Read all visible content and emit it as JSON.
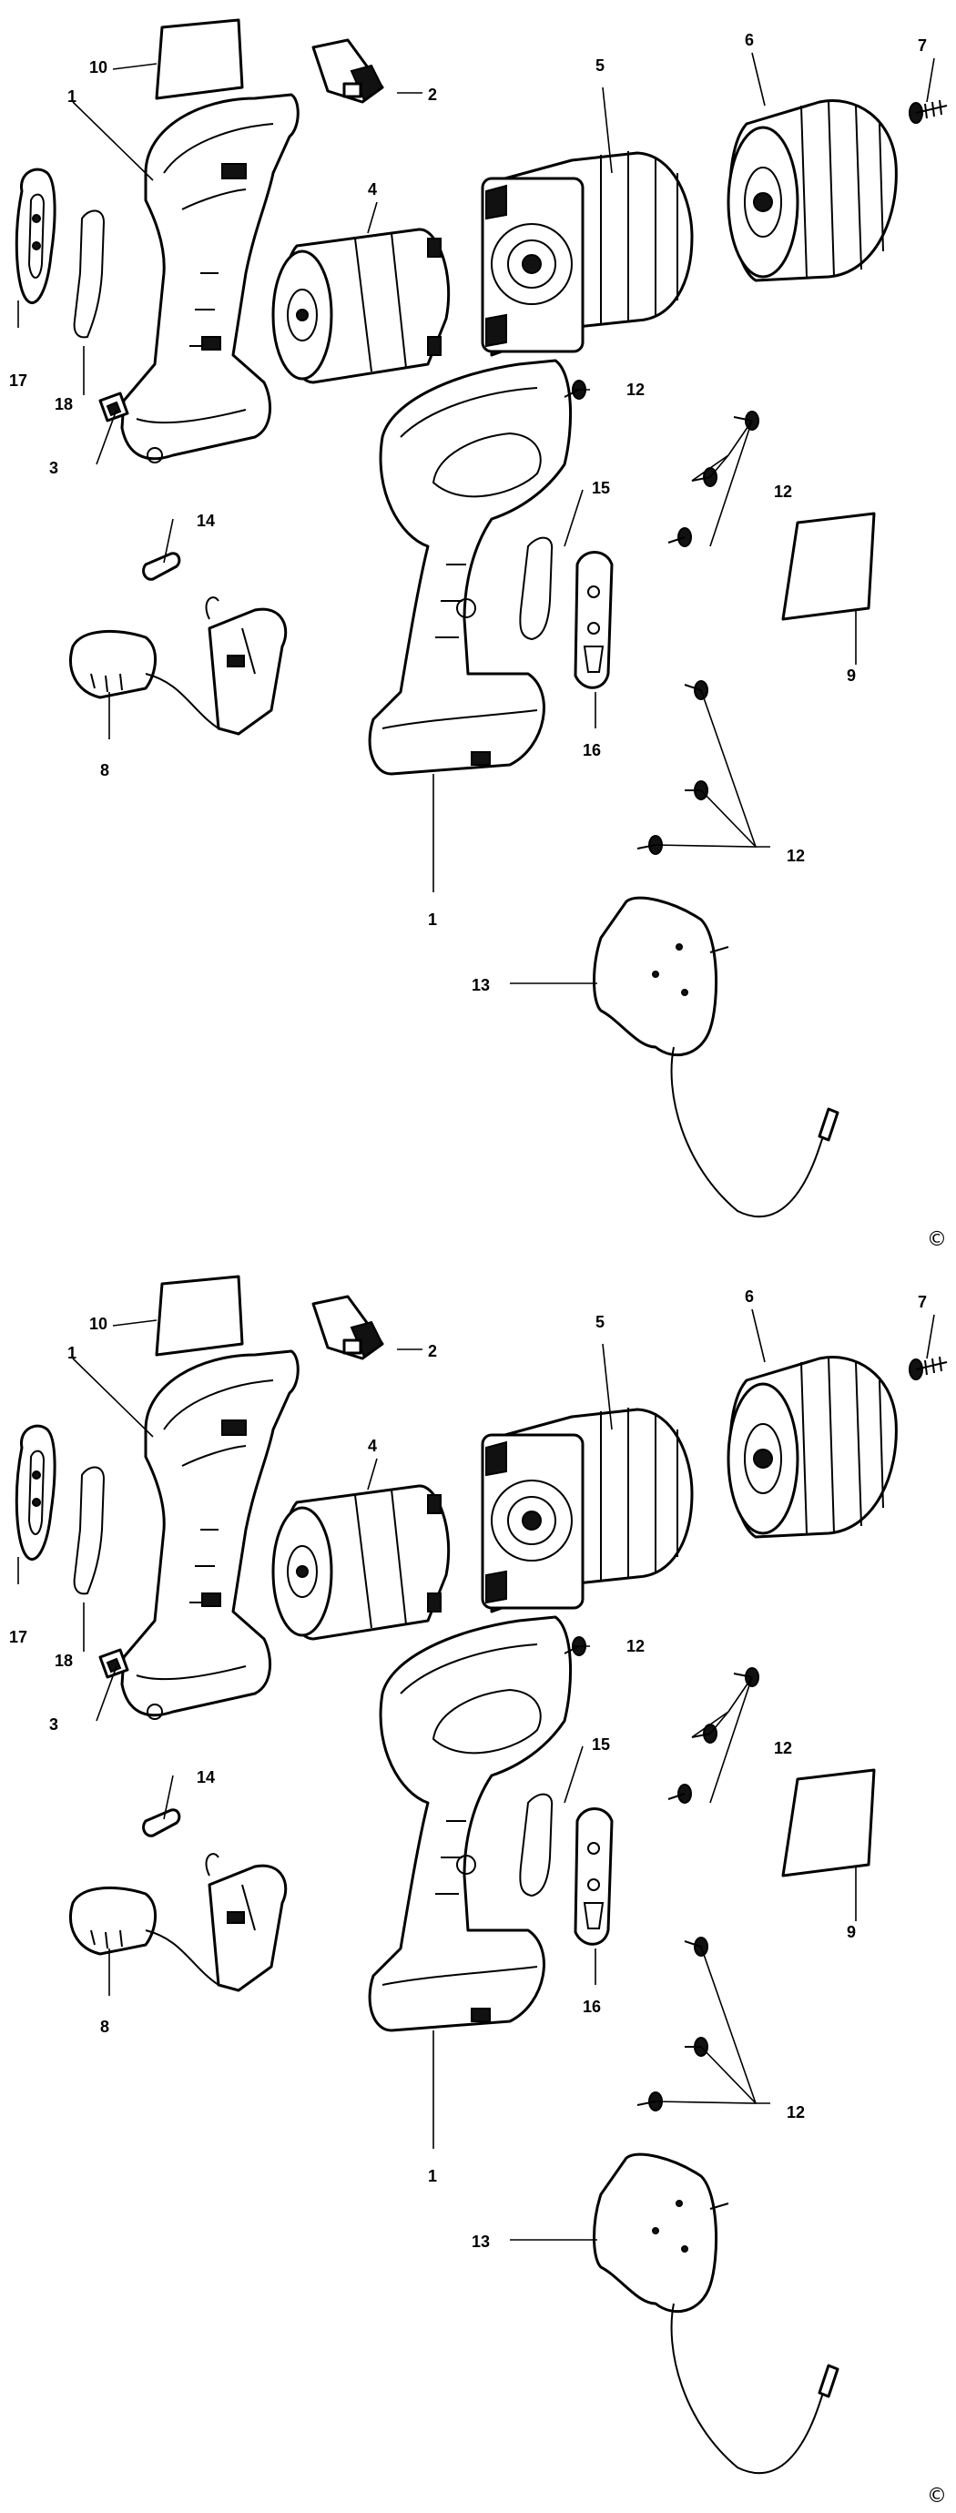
{
  "labels": {
    "p1": "1",
    "p2": "2",
    "p3": "3",
    "p4": "4",
    "p5": "5",
    "p6": "6",
    "p7": "7",
    "p8": "8",
    "p9": "9",
    "p10": "10",
    "p12": "12",
    "p13": "13",
    "p14": "14",
    "p15": "15",
    "p16": "16",
    "p17": "17",
    "p18": "18"
  },
  "copyright": "©"
}
